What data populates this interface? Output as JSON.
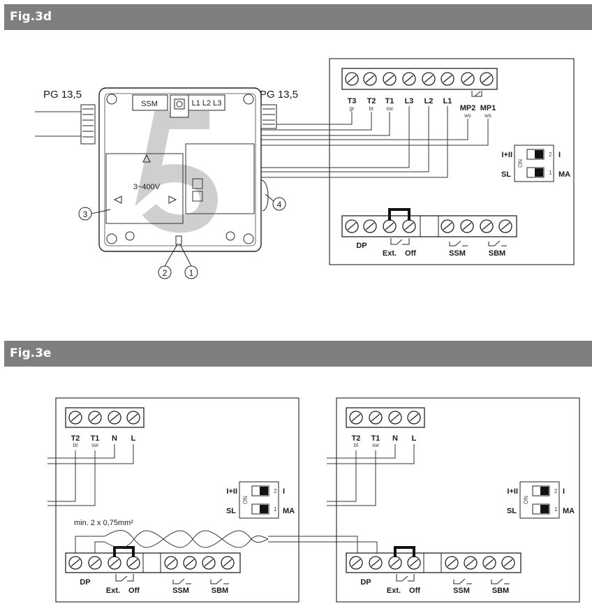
{
  "fig3d": {
    "title": "Fig.3d",
    "pg_left": "PG 13,5",
    "pg_right": "PG 13,5",
    "ssm": "SSM",
    "l123": "L1 L2 L3",
    "voltage": "3~400V",
    "callouts": [
      "1",
      "2",
      "3",
      "4"
    ],
    "top_terminals": [
      {
        "label": "T3",
        "sub": "gr"
      },
      {
        "label": "T2",
        "sub": "br"
      },
      {
        "label": "T1",
        "sub": "sw"
      },
      {
        "label": "L3",
        "sub": ""
      },
      {
        "label": "L2",
        "sub": ""
      },
      {
        "label": "L1",
        "sub": ""
      },
      {
        "label": "MP2",
        "sub": "ws"
      },
      {
        "label": "MP1",
        "sub": "ws"
      }
    ],
    "switch": {
      "left_top": "I+II",
      "left_bottom": "SL",
      "right_top": "I",
      "right_bottom": "MA",
      "on": "ON",
      "n2": "2",
      "n1": "1"
    },
    "bottom": {
      "dp": "DP",
      "ext": "Ext.",
      "off": "Off",
      "ssm": "SSM",
      "sbm": "SBM"
    }
  },
  "fig3e": {
    "title": "Fig.3e",
    "cable": "min. 2 x 0,75mm²",
    "top_terminals": [
      {
        "label": "T2",
        "sub": "bl"
      },
      {
        "label": "T1",
        "sub": "sw"
      },
      {
        "label": "N",
        "sub": ""
      },
      {
        "label": "L",
        "sub": ""
      }
    ],
    "switch": {
      "left_top": "I+II",
      "left_bottom": "SL",
      "right_top": "I",
      "right_bottom": "MA",
      "on": "ON",
      "n2": "2",
      "n1": "1"
    },
    "bottom": {
      "dp": "DP",
      "ext": "Ext.",
      "off": "Off",
      "ssm": "SSM",
      "sbm": "SBM"
    }
  }
}
